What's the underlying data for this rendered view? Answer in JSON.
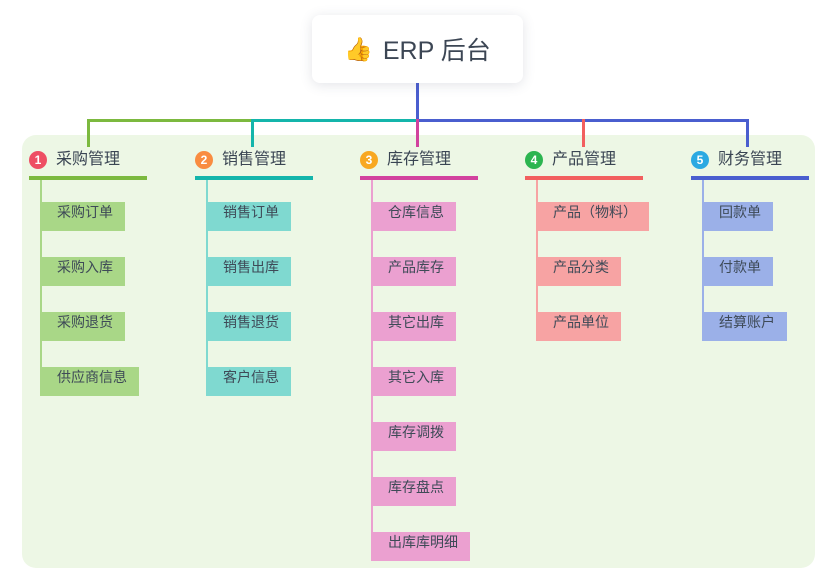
{
  "root": {
    "icon": "👍",
    "title": "ERP 后台"
  },
  "colors": {
    "panel_bg": "#edf7e5",
    "root_text": "#3c4654",
    "child_text": "#3e4a57",
    "root_connector": "#4a5ecf",
    "branch_line_green": "#7cb93f",
    "branch_line_teal": "#14b5ab",
    "branch_line_magenta": "#d2429e",
    "branch_line_red": "#f25f5f",
    "branch_line_blue": "#4a5ecf",
    "child_line_green": "#a9d787",
    "child_line_teal": "#7fd9d0",
    "child_line_magenta": "#eba0d0",
    "child_line_red": "#f7a3a3",
    "child_line_blue": "#9bb0e8",
    "badge_1": "#ee4e63",
    "badge_2": "#f98c40",
    "badge_3": "#f8a821",
    "badge_4": "#2cb550",
    "badge_5": "#2ba9e2"
  },
  "branches": [
    {
      "num": "1",
      "label": "采购管理",
      "children": [
        "采购订单",
        "采购入库",
        "采购退货",
        "供应商信息"
      ]
    },
    {
      "num": "2",
      "label": "销售管理",
      "children": [
        "销售订单",
        "销售出库",
        "销售退货",
        "客户信息"
      ]
    },
    {
      "num": "3",
      "label": "库存管理",
      "children": [
        "仓库信息",
        "产品库存",
        "其它出库",
        "其它入库",
        "库存调拨",
        "库存盘点",
        "出库库明细"
      ]
    },
    {
      "num": "4",
      "label": "产品管理",
      "children": [
        "产品（物料）",
        "产品分类",
        "产品单位"
      ]
    },
    {
      "num": "5",
      "label": "财务管理",
      "children": [
        "回款单",
        "付款单",
        "结算账户"
      ]
    }
  ]
}
